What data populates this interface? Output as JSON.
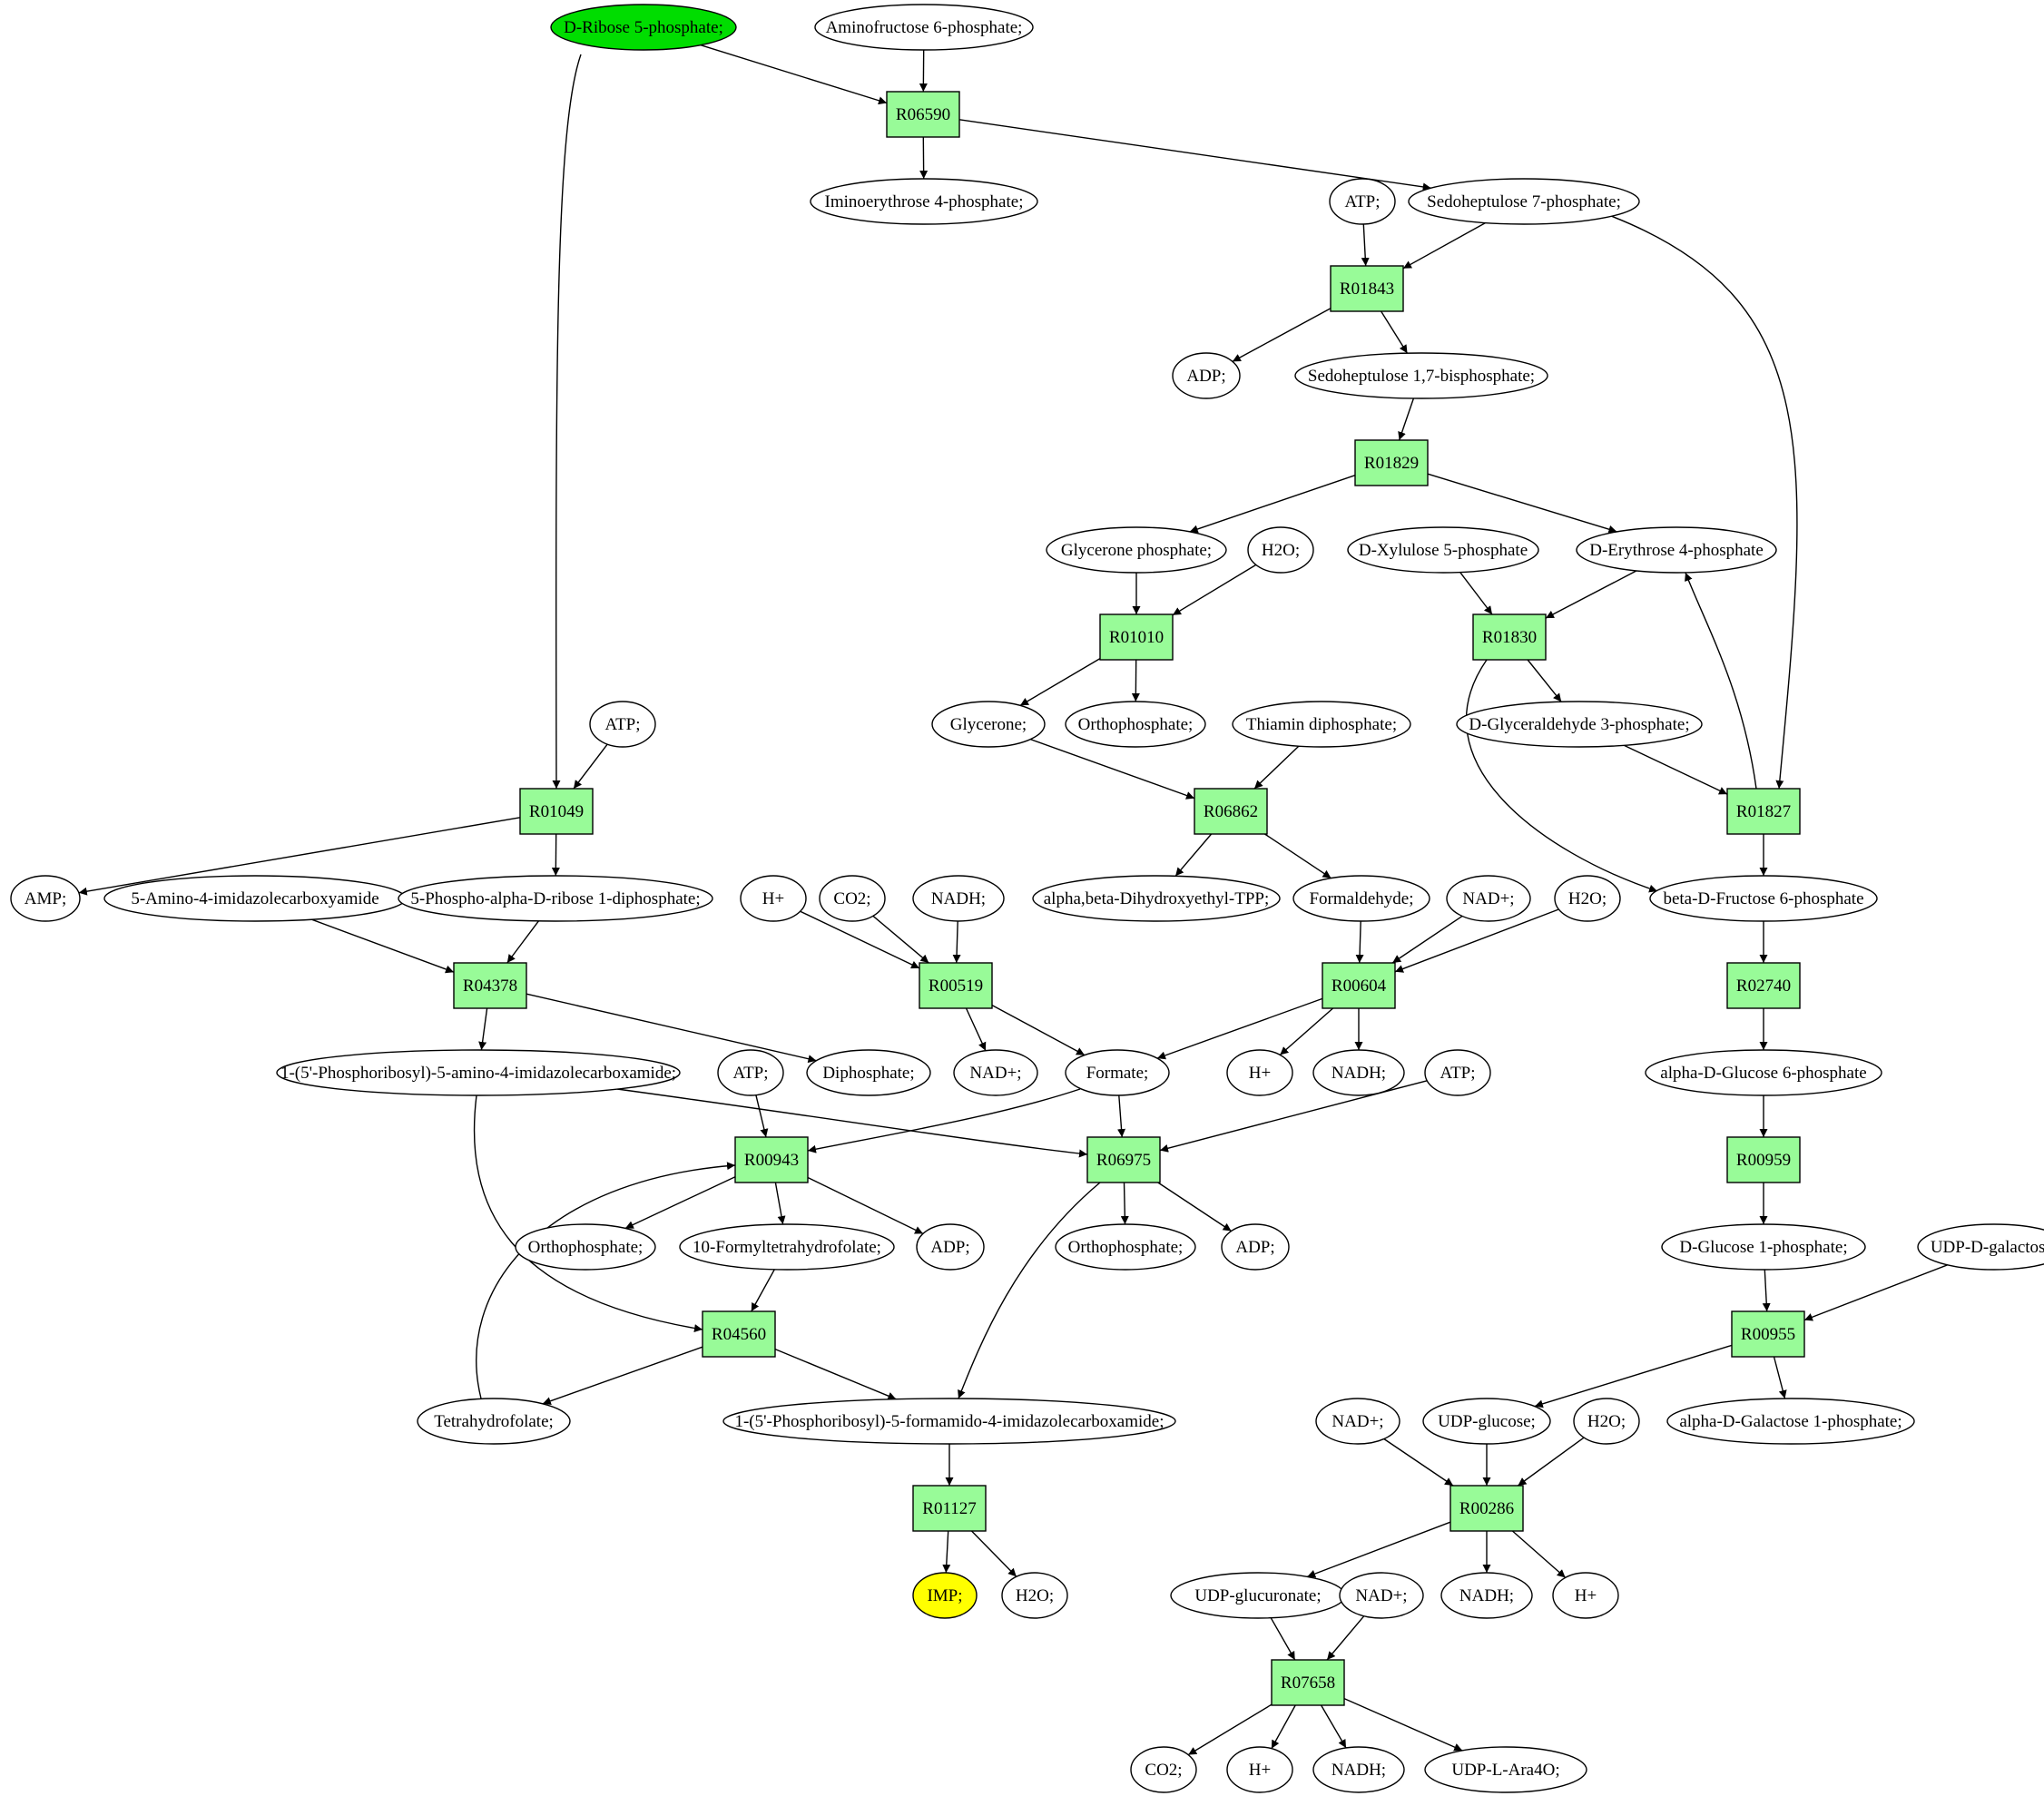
{
  "compounds": [
    {
      "id": "c_ribose5p",
      "label": "D-Ribose 5-phosphate;",
      "color": "#00dd00"
    },
    {
      "id": "c_aminofruc6p",
      "label": "Aminofructose 6-phosphate;"
    },
    {
      "id": "c_iminoery4p",
      "label": "Iminoerythrose 4-phosphate;"
    },
    {
      "id": "c_atp1",
      "label": "ATP;"
    },
    {
      "id": "c_sedo7p",
      "label": "Sedoheptulose 7-phosphate;"
    },
    {
      "id": "c_adp1",
      "label": "ADP;"
    },
    {
      "id": "c_sedo17bp",
      "label": "Sedoheptulose 1,7-bisphosphate;"
    },
    {
      "id": "c_glyceronep",
      "label": "Glycerone phosphate;"
    },
    {
      "id": "c_h2o1",
      "label": "H2O;"
    },
    {
      "id": "c_xylulose5p",
      "label": "D-Xylulose 5-phosphate"
    },
    {
      "id": "c_erythrose4p",
      "label": "D-Erythrose 4-phosphate"
    },
    {
      "id": "c_atp2",
      "label": "ATP;"
    },
    {
      "id": "c_glycerone",
      "label": "Glycerone;"
    },
    {
      "id": "c_orthop1",
      "label": "Orthophosphate;"
    },
    {
      "id": "c_thiamin",
      "label": "Thiamin diphosphate;"
    },
    {
      "id": "c_gap",
      "label": "D-Glyceraldehyde 3-phosphate;"
    },
    {
      "id": "c_amp",
      "label": "AMP;"
    },
    {
      "id": "c_aica",
      "label": "5-Amino-4-imidazolecarboxyamide"
    },
    {
      "id": "c_prpp",
      "label": "5-Phospho-alpha-D-ribose 1-diphosphate;"
    },
    {
      "id": "c_hplus1",
      "label": "H+"
    },
    {
      "id": "c_co2_1",
      "label": "CO2;"
    },
    {
      "id": "c_nadh1",
      "label": "NADH;"
    },
    {
      "id": "c_dhetpp",
      "label": "alpha,beta-Dihydroxyethyl-TPP;"
    },
    {
      "id": "c_formaldehyde",
      "label": "Formaldehyde;"
    },
    {
      "id": "c_nadplus1",
      "label": "NAD+;"
    },
    {
      "id": "c_h2o2",
      "label": "H2O;"
    },
    {
      "id": "c_fru6p",
      "label": "beta-D-Fructose 6-phosphate"
    },
    {
      "id": "c_aicar",
      "label": "1-(5'-Phosphoribosyl)-5-amino-4-imidazolecarboxamide;"
    },
    {
      "id": "c_atp3",
      "label": "ATP;"
    },
    {
      "id": "c_diphosphate",
      "label": "Diphosphate;"
    },
    {
      "id": "c_nadplus2",
      "label": "NAD+;"
    },
    {
      "id": "c_formate",
      "label": "Formate;"
    },
    {
      "id": "c_hplus2",
      "label": "H+"
    },
    {
      "id": "c_nadh2",
      "label": "NADH;"
    },
    {
      "id": "c_atp4",
      "label": "ATP;"
    },
    {
      "id": "c_glc6p",
      "label": "alpha-D-Glucose 6-phosphate"
    },
    {
      "id": "c_orthop2",
      "label": "Orthophosphate;"
    },
    {
      "id": "c_formylthf",
      "label": "10-Formyltetrahydrofolate;"
    },
    {
      "id": "c_adp2",
      "label": "ADP;"
    },
    {
      "id": "c_orthop3",
      "label": "Orthophosphate;"
    },
    {
      "id": "c_adp3",
      "label": "ADP;"
    },
    {
      "id": "c_glc1p",
      "label": "D-Glucose 1-phosphate;"
    },
    {
      "id": "c_udpgal",
      "label": "UDP-D-galactose;"
    },
    {
      "id": "c_thf",
      "label": "Tetrahydrofolate;"
    },
    {
      "id": "c_faicar",
      "label": "1-(5'-Phosphoribosyl)-5-formamido-4-imidazolecarboxamide;"
    },
    {
      "id": "c_nadplus3",
      "label": "NAD+;"
    },
    {
      "id": "c_udpglc",
      "label": "UDP-glucose;"
    },
    {
      "id": "c_h2o3",
      "label": "H2O;"
    },
    {
      "id": "c_gal1p",
      "label": "alpha-D-Galactose 1-phosphate;"
    },
    {
      "id": "c_imp",
      "label": "IMP;",
      "color": "#ffff00"
    },
    {
      "id": "c_h2o4",
      "label": "H2O;"
    },
    {
      "id": "c_udpglcA",
      "label": "UDP-glucuronate;"
    },
    {
      "id": "c_nadplus4",
      "label": "NAD+;"
    },
    {
      "id": "c_nadh3",
      "label": "NADH;"
    },
    {
      "id": "c_hplus3",
      "label": "H+"
    },
    {
      "id": "c_co2_2",
      "label": "CO2;"
    },
    {
      "id": "c_hplus4",
      "label": "H+"
    },
    {
      "id": "c_nadh4",
      "label": "NADH;"
    },
    {
      "id": "c_udpara",
      "label": "UDP-L-Ara4O;"
    }
  ],
  "reactions": [
    {
      "id": "r_R06590",
      "label": "R06590"
    },
    {
      "id": "r_R01843",
      "label": "R01843"
    },
    {
      "id": "r_R01829",
      "label": "R01829"
    },
    {
      "id": "r_R01010",
      "label": "R01010"
    },
    {
      "id": "r_R01830",
      "label": "R01830"
    },
    {
      "id": "r_R01049",
      "label": "R01049"
    },
    {
      "id": "r_R06862",
      "label": "R06862"
    },
    {
      "id": "r_R01827",
      "label": "R01827"
    },
    {
      "id": "r_R04378",
      "label": "R04378"
    },
    {
      "id": "r_R00519",
      "label": "R00519"
    },
    {
      "id": "r_R00604",
      "label": "R00604"
    },
    {
      "id": "r_R02740",
      "label": "R02740"
    },
    {
      "id": "r_R00943",
      "label": "R00943"
    },
    {
      "id": "r_R06975",
      "label": "R06975"
    },
    {
      "id": "r_R00959",
      "label": "R00959"
    },
    {
      "id": "r_R04560",
      "label": "R04560"
    },
    {
      "id": "r_R00955",
      "label": "R00955"
    },
    {
      "id": "r_R01127",
      "label": "R01127"
    },
    {
      "id": "r_R00286",
      "label": "R00286"
    },
    {
      "id": "r_R07658",
      "label": "R07658"
    }
  ],
  "edges": [
    [
      "c_ribose5p",
      "r_R06590"
    ],
    [
      "c_aminofruc6p",
      "r_R06590"
    ],
    [
      "r_R06590",
      "c_iminoery4p"
    ],
    [
      "r_R06590",
      "c_sedo7p"
    ],
    [
      "c_ribose5p",
      "r_R01049"
    ],
    [
      "c_atp1",
      "r_R01843"
    ],
    [
      "c_sedo7p",
      "r_R01843"
    ],
    [
      "r_R01843",
      "c_adp1"
    ],
    [
      "r_R01843",
      "c_sedo17bp"
    ],
    [
      "c_sedo7p",
      "r_R01827"
    ],
    [
      "c_sedo17bp",
      "r_R01829"
    ],
    [
      "r_R01829",
      "c_glyceronep"
    ],
    [
      "r_R01829",
      "c_erythrose4p"
    ],
    [
      "c_glyceronep",
      "r_R01010"
    ],
    [
      "c_h2o1",
      "r_R01010"
    ],
    [
      "r_R01010",
      "c_glycerone"
    ],
    [
      "r_R01010",
      "c_orthop1"
    ],
    [
      "c_xylulose5p",
      "r_R01830"
    ],
    [
      "c_erythrose4p",
      "r_R01830"
    ],
    [
      "r_R01830",
      "c_gap"
    ],
    [
      "r_R01830",
      "c_fru6p"
    ],
    [
      "c_gap",
      "r_R01827"
    ],
    [
      "r_R01827",
      "c_erythrose4p"
    ],
    [
      "r_R01827",
      "c_fru6p"
    ],
    [
      "c_glycerone",
      "r_R06862"
    ],
    [
      "c_thiamin",
      "r_R06862"
    ],
    [
      "r_R06862",
      "c_dhetpp"
    ],
    [
      "r_R06862",
      "c_formaldehyde"
    ],
    [
      "c_atp2",
      "r_R01049"
    ],
    [
      "r_R01049",
      "c_amp"
    ],
    [
      "r_R01049",
      "c_prpp"
    ],
    [
      "c_aica",
      "r_R04378"
    ],
    [
      "c_prpp",
      "r_R04378"
    ],
    [
      "r_R04378",
      "c_aicar"
    ],
    [
      "r_R04378",
      "c_diphosphate"
    ],
    [
      "c_hplus1",
      "r_R00519"
    ],
    [
      "c_co2_1",
      "r_R00519"
    ],
    [
      "c_nadh1",
      "r_R00519"
    ],
    [
      "r_R00519",
      "c_nadplus2"
    ],
    [
      "r_R00519",
      "c_formate"
    ],
    [
      "c_formaldehyde",
      "r_R00604"
    ],
    [
      "c_nadplus1",
      "r_R00604"
    ],
    [
      "c_h2o2",
      "r_R00604"
    ],
    [
      "r_R00604",
      "c_formate"
    ],
    [
      "r_R00604",
      "c_hplus2"
    ],
    [
      "r_R00604",
      "c_nadh2"
    ],
    [
      "c_fru6p",
      "r_R02740"
    ],
    [
      "r_R02740",
      "c_glc6p"
    ],
    [
      "c_atp3",
      "r_R00943"
    ],
    [
      "c_formate",
      "r_R00943"
    ],
    [
      "c_thf",
      "r_R00943"
    ],
    [
      "r_R00943",
      "c_orthop2"
    ],
    [
      "r_R00943",
      "c_formylthf"
    ],
    [
      "r_R00943",
      "c_adp2"
    ],
    [
      "c_aicar",
      "r_R06975"
    ],
    [
      "c_formate",
      "r_R06975"
    ],
    [
      "c_atp4",
      "r_R06975"
    ],
    [
      "r_R06975",
      "c_orthop3"
    ],
    [
      "r_R06975",
      "c_adp3"
    ],
    [
      "r_R06975",
      "c_faicar"
    ],
    [
      "c_glc6p",
      "r_R00959"
    ],
    [
      "r_R00959",
      "c_glc1p"
    ],
    [
      "c_aicar",
      "r_R04560"
    ],
    [
      "c_formylthf",
      "r_R04560"
    ],
    [
      "r_R04560",
      "c_thf"
    ],
    [
      "r_R04560",
      "c_faicar"
    ],
    [
      "c_glc1p",
      "r_R00955"
    ],
    [
      "c_udpgal",
      "r_R00955"
    ],
    [
      "r_R00955",
      "c_udpglc"
    ],
    [
      "r_R00955",
      "c_gal1p"
    ],
    [
      "c_faicar",
      "r_R01127"
    ],
    [
      "r_R01127",
      "c_imp"
    ],
    [
      "r_R01127",
      "c_h2o4"
    ],
    [
      "c_nadplus3",
      "r_R00286"
    ],
    [
      "c_udpglc",
      "r_R00286"
    ],
    [
      "c_h2o3",
      "r_R00286"
    ],
    [
      "r_R00286",
      "c_udpglcA"
    ],
    [
      "r_R00286",
      "c_nadh3"
    ],
    [
      "r_R00286",
      "c_hplus3"
    ],
    [
      "c_udpglcA",
      "r_R07658"
    ],
    [
      "c_nadplus4",
      "r_R07658"
    ],
    [
      "r_R07658",
      "c_co2_2"
    ],
    [
      "r_R07658",
      "c_hplus4"
    ],
    [
      "r_R07658",
      "c_nadh4"
    ],
    [
      "r_R07658",
      "c_udpara"
    ]
  ],
  "colors": {
    "reaction_fill": "#98fb98",
    "compound_fill": "#ffffff",
    "stroke": "#000000"
  }
}
